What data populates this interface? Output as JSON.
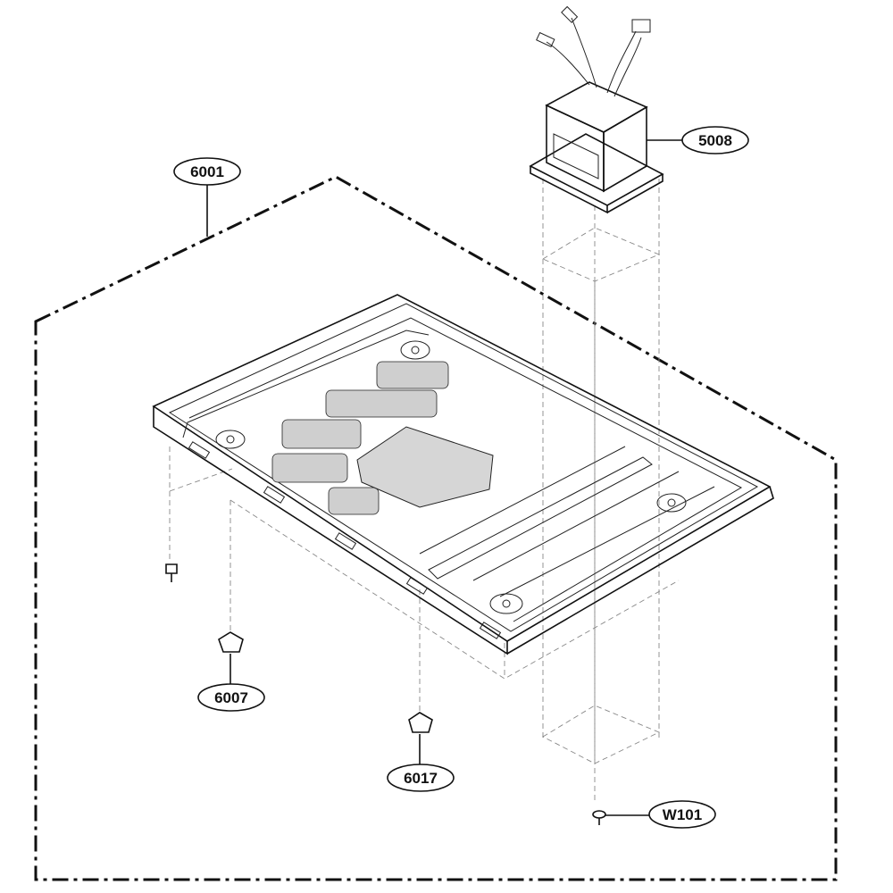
{
  "callouts": {
    "assembly": "6001",
    "transformer": "5008",
    "cushion_left": "6007",
    "cushion_center": "6017",
    "screw": "W101"
  },
  "colors": {
    "line": "#111111",
    "hidden_line": "#888888",
    "vent_fill": "#cfcfcf",
    "transformer_fill": "#d9d9d9"
  }
}
